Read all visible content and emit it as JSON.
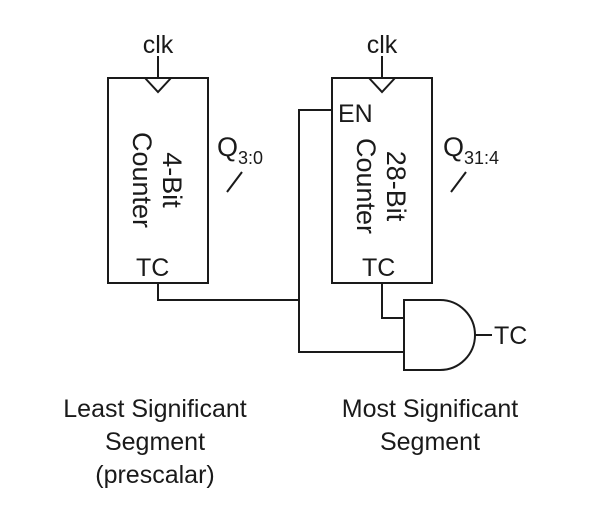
{
  "diagram": {
    "lsb_counter": {
      "clk": "clk",
      "name_line1": "4-Bit",
      "name_line2": "Counter",
      "output": "Q",
      "output_sub": "3:0",
      "tc": "TC"
    },
    "msb_counter": {
      "clk": "clk",
      "enable": "EN",
      "name_line1": "28-Bit",
      "name_line2": "Counter",
      "output": "Q",
      "output_sub": "31:4",
      "tc": "TC"
    },
    "and_gate_output": "TC",
    "captions": {
      "left": [
        "Least Significant",
        "Segment",
        "(prescalar)"
      ],
      "right": [
        "Most Significant",
        "Segment"
      ]
    }
  }
}
